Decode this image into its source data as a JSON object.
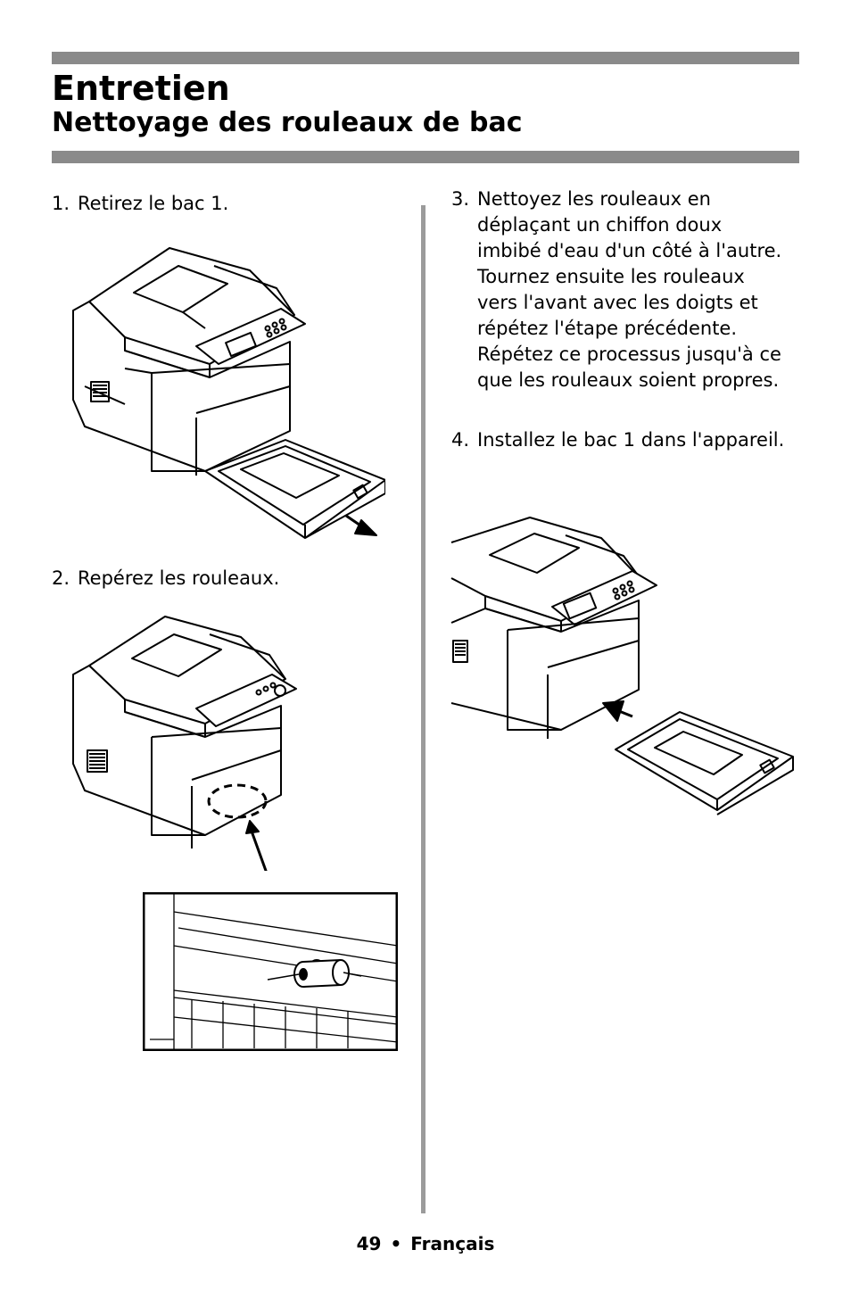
{
  "header": {
    "title": "Entretien",
    "subtitle": "Nettoyage des rouleaux de bac"
  },
  "steps": [
    {
      "number": "1.",
      "text": "Retirez le bac 1."
    },
    {
      "number": "2.",
      "text": "Repérez les rouleaux."
    },
    {
      "number": "3.",
      "text": "Nettoyez les rouleaux en déplaçant un chiffon doux imbibé d'eau d'un côté à l'autre. Tournez ensuite les rouleaux vers l'avant avec les doigts et répétez l'étape précédente. Répétez ce processus jusqu'à ce que les rouleaux soient propres."
    },
    {
      "number": "4.",
      "text": "Installez le bac 1 dans l'appareil."
    }
  ],
  "footer": {
    "page_number": "49",
    "bullet": "•",
    "language": "Français"
  }
}
